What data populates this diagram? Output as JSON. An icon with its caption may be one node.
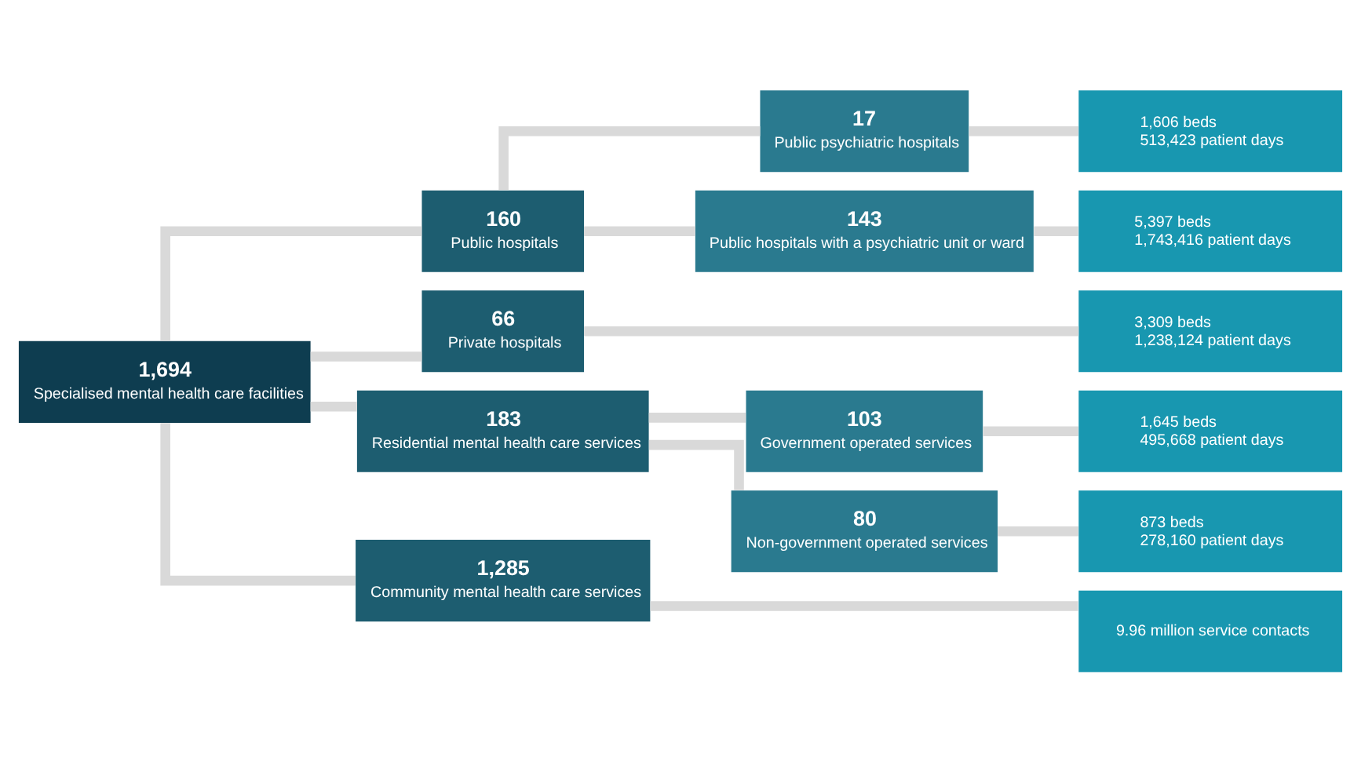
{
  "diagram": {
    "nodes": [
      {
        "text": [
          "1,694",
          "Specialised mental health care facilities"
        ]
      },
      {
        "text": [
          "160",
          "Public hospitals"
        ]
      },
      {
        "text": [
          "66",
          "Private hospitals"
        ]
      },
      {
        "text": [
          "183",
          "Residential mental health care services"
        ]
      },
      {
        "text": [
          "1,285",
          "Community mental health care services"
        ]
      },
      {
        "text": [
          "17",
          "Public psychiatric hospitals"
        ]
      },
      {
        "text": [
          "143",
          "Public hospitals with a psychiatric unit or ward"
        ]
      },
      {
        "text": [
          "103",
          "Government operated services"
        ]
      },
      {
        "text": [
          "80",
          "Non-government operated services"
        ]
      },
      {
        "text": [
          "1,606 beds",
          "513,423 patient days"
        ]
      },
      {
        "text": [
          "5,397 beds",
          "1,743,416 patient days"
        ]
      },
      {
        "text": [
          "3,309 beds",
          "1,238,124 patient days"
        ]
      },
      {
        "text": [
          "1,645 beds",
          "495,668 patient days"
        ]
      },
      {
        "text": [
          "873 beds",
          "278,160 patient days"
        ]
      },
      {
        "text": [
          "9.96 million service contacts"
        ]
      }
    ],
    "edges": [
      {
        "from": 0,
        "to": 1,
        "arrow": "none"
      },
      {
        "from": 0,
        "to": 2,
        "arrow": "none"
      },
      {
        "from": 0,
        "to": 3,
        "arrow": "none"
      },
      {
        "from": 0,
        "to": 4,
        "arrow": "none"
      },
      {
        "from": 1,
        "to": 5,
        "arrow": "none"
      },
      {
        "from": 1,
        "to": 6,
        "arrow": "none"
      },
      {
        "from": 5,
        "to": 9,
        "arrow": "none"
      },
      {
        "from": 6,
        "to": 10,
        "arrow": "none"
      },
      {
        "from": 2,
        "to": 11,
        "arrow": "none"
      },
      {
        "from": 3,
        "to": 7,
        "arrow": "none"
      },
      {
        "from": 3,
        "to": 8,
        "arrow": "none"
      },
      {
        "from": 7,
        "to": 12,
        "arrow": "none"
      },
      {
        "from": 8,
        "to": 13,
        "arrow": "none"
      },
      {
        "from": 4,
        "to": 14,
        "arrow": "none"
      }
    ]
  }
}
